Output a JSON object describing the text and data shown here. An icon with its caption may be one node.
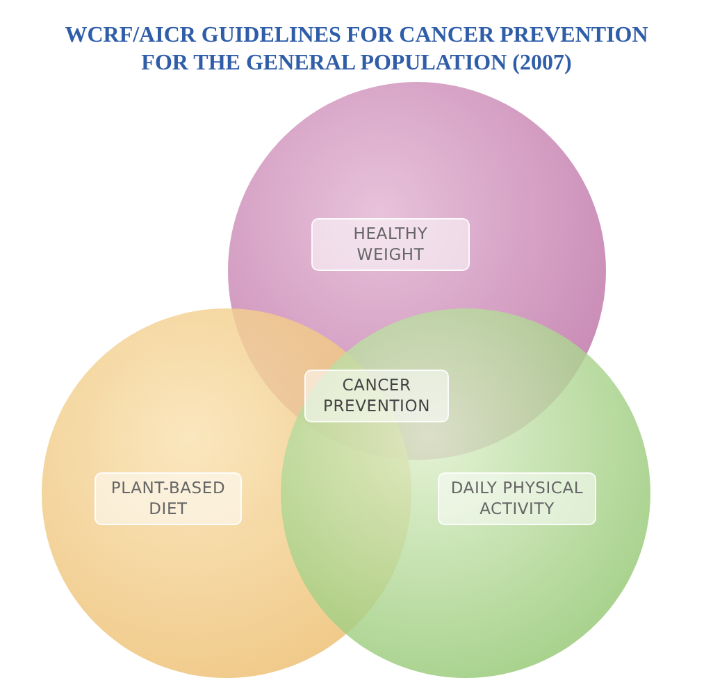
{
  "diagram": {
    "title": "WCRF/AICR GUIDELINES FOR CANCER PREVENTION FOR THE GENERAL POPULATION (2007)",
    "nodes": [
      {
        "text": [
          "HEALTHY WEIGHT"
        ]
      },
      {
        "text": [
          "PLANT-BASED DIET"
        ]
      },
      {
        "text": [
          "DAILY PHYSICAL ACTIVITY"
        ]
      },
      {
        "text": [
          "CANCER PREVENTION"
        ]
      }
    ],
    "edges": []
  }
}
